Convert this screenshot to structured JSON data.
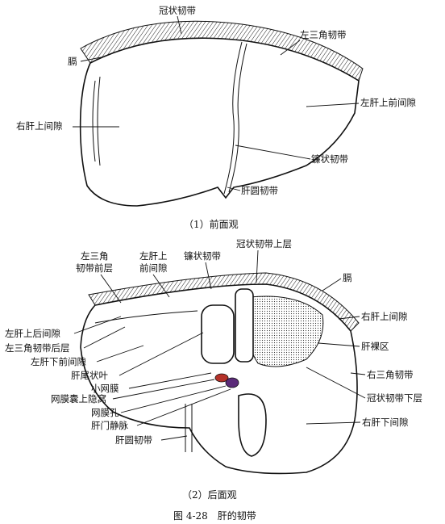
{
  "anterior": {
    "caption": "（1）前面观",
    "labels": {
      "coronary": "冠状韧带",
      "diaphragm": "膈",
      "left_triangular": "左三角韧带",
      "left_ant_space": "左肝上前间隙",
      "right_sup_space": "右肝上间隙",
      "falciform": "镰状韧带",
      "round": "肝圆韧带"
    }
  },
  "posterior": {
    "caption": "（2）后面观",
    "labels": {
      "lt_ant_layer_1": "左三角",
      "lt_ant_layer_2": "韧带前层",
      "left_ant_space_1": "左肝上",
      "left_ant_space_2": "前间隙",
      "falciform": "镰状韧带",
      "coronary_upper": "冠状韧带上层",
      "diaphragm": "膈",
      "right_sup_space": "右肝上间隙",
      "bare_area": "肝裸区",
      "right_triangular": "右三角韧带",
      "coronary_lower": "冠状韧带下层",
      "right_inf_space": "右肝下间隙",
      "left_post_space": "左肝上后间隙",
      "lt_post_layer": "左三角韧带后层",
      "left_inf_ant_space": "左肝下前间隙",
      "caudate": "肝尾状叶",
      "lesser_omentum": "小网膜",
      "omental_recess": "网膜囊上隐窝",
      "omental_foramen": "网膜孔",
      "portal_vein": "肝门静脉",
      "round": "肝圆韧带"
    }
  },
  "figure_caption": "图 4-28　肝的韧带",
  "colors": {
    "ink": "#111111",
    "duct_red": "#b5322a",
    "duct_purple": "#5a2a78"
  }
}
